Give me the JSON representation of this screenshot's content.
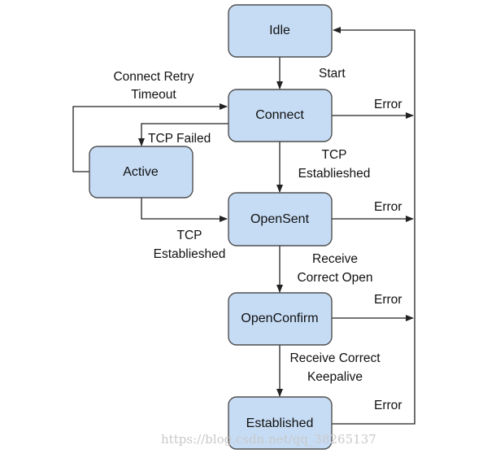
{
  "states": {
    "idle": "Idle",
    "connect": "Connect",
    "active": "Active",
    "opensent": "OpenSent",
    "openconfirm": "OpenConfirm",
    "established": "Established"
  },
  "transitions": {
    "start": "Start",
    "connect_retry_line1": "Connect Retry",
    "connect_retry_line2": "Timeout",
    "tcp_failed": "TCP Failed",
    "tcp_established_a_line1": "TCP",
    "tcp_established_a_line2": "Establieshed",
    "tcp_established_b_line1": "TCP",
    "tcp_established_b_line2": "Establieshed",
    "receive_open_line1": "Receive",
    "receive_open_line2": "Correct Open",
    "receive_keepalive_line1": "Receive Correct",
    "receive_keepalive_line2": "Keepalive",
    "error_connect": "Error",
    "error_opensent": "Error",
    "error_openconfirm": "Error",
    "error_established": "Error"
  },
  "watermark": "https://blog.csdn.net/qq_38265137",
  "colors": {
    "state_fill": "#c6dcf5",
    "state_stroke": "#4f4f4f",
    "edge": "#222222"
  }
}
